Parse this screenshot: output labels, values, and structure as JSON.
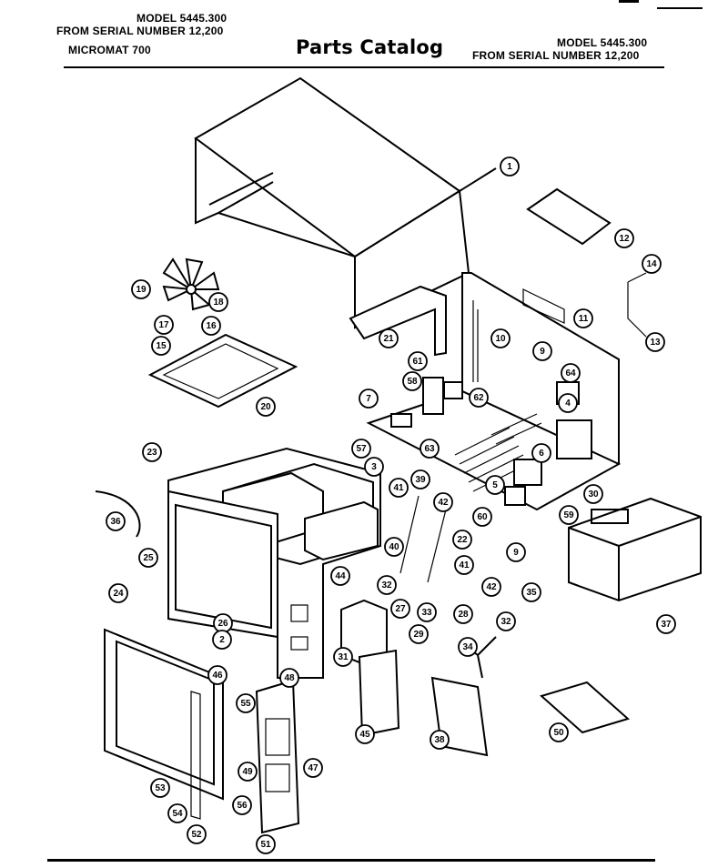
{
  "header": {
    "left_model": "MODEL 5445.300",
    "left_serial": "FROM SERIAL NUMBER 12,200",
    "left_product": "MICROMAT 700",
    "title": "Parts Catalog",
    "right_model": "MODEL 5445.300",
    "right_serial": "FROM SERIAL NUMBER 12,200"
  },
  "callouts": [
    {
      "id": "callout-1",
      "label": "1"
    },
    {
      "id": "callout-12",
      "label": "12"
    },
    {
      "id": "callout-14",
      "label": "14"
    },
    {
      "id": "callout-11",
      "label": "11"
    },
    {
      "id": "callout-13",
      "label": "13"
    },
    {
      "id": "callout-10",
      "label": "10"
    },
    {
      "id": "callout-9a",
      "label": "9"
    },
    {
      "id": "callout-19",
      "label": "19"
    },
    {
      "id": "callout-18",
      "label": "18"
    },
    {
      "id": "callout-17",
      "label": "17"
    },
    {
      "id": "callout-16",
      "label": "16"
    },
    {
      "id": "callout-15",
      "label": "15"
    },
    {
      "id": "callout-21",
      "label": "21"
    },
    {
      "id": "callout-20",
      "label": "20"
    },
    {
      "id": "callout-61",
      "label": "61"
    },
    {
      "id": "callout-58",
      "label": "58"
    },
    {
      "id": "callout-64",
      "label": "64"
    },
    {
      "id": "callout-62",
      "label": "62"
    },
    {
      "id": "callout-7",
      "label": "7"
    },
    {
      "id": "callout-4",
      "label": "4"
    },
    {
      "id": "callout-57",
      "label": "57"
    },
    {
      "id": "callout-63",
      "label": "63"
    },
    {
      "id": "callout-6",
      "label": "6"
    },
    {
      "id": "callout-3",
      "label": "3"
    },
    {
      "id": "callout-5",
      "label": "5"
    },
    {
      "id": "callout-36",
      "label": "36"
    },
    {
      "id": "callout-59",
      "label": "59"
    },
    {
      "id": "callout-60",
      "label": "60"
    },
    {
      "id": "callout-23",
      "label": "23"
    },
    {
      "id": "callout-41a",
      "label": "41"
    },
    {
      "id": "callout-39",
      "label": "39"
    },
    {
      "id": "callout-42a",
      "label": "42"
    },
    {
      "id": "callout-30",
      "label": "30"
    },
    {
      "id": "callout-22",
      "label": "22"
    },
    {
      "id": "callout-9b",
      "label": "9"
    },
    {
      "id": "callout-25",
      "label": "25"
    },
    {
      "id": "callout-40",
      "label": "40"
    },
    {
      "id": "callout-41b",
      "label": "41"
    },
    {
      "id": "callout-44",
      "label": "44"
    },
    {
      "id": "callout-32a",
      "label": "32"
    },
    {
      "id": "callout-42b",
      "label": "42"
    },
    {
      "id": "callout-35",
      "label": "35"
    },
    {
      "id": "callout-37",
      "label": "37"
    },
    {
      "id": "callout-27",
      "label": "27"
    },
    {
      "id": "callout-33",
      "label": "33"
    },
    {
      "id": "callout-28",
      "label": "28"
    },
    {
      "id": "callout-24",
      "label": "24"
    },
    {
      "id": "callout-26",
      "label": "26"
    },
    {
      "id": "callout-2",
      "label": "2"
    },
    {
      "id": "callout-32b",
      "label": "32"
    },
    {
      "id": "callout-29",
      "label": "29"
    },
    {
      "id": "callout-31",
      "label": "31"
    },
    {
      "id": "callout-34",
      "label": "34"
    },
    {
      "id": "callout-46",
      "label": "46"
    },
    {
      "id": "callout-48",
      "label": "48"
    },
    {
      "id": "callout-55",
      "label": "55"
    },
    {
      "id": "callout-45",
      "label": "45"
    },
    {
      "id": "callout-38",
      "label": "38"
    },
    {
      "id": "callout-50",
      "label": "50"
    },
    {
      "id": "callout-49",
      "label": "49"
    },
    {
      "id": "callout-47",
      "label": "47"
    },
    {
      "id": "callout-53",
      "label": "53"
    },
    {
      "id": "callout-56",
      "label": "56"
    },
    {
      "id": "callout-54",
      "label": "54"
    },
    {
      "id": "callout-52",
      "label": "52"
    },
    {
      "id": "callout-51",
      "label": "51"
    }
  ]
}
